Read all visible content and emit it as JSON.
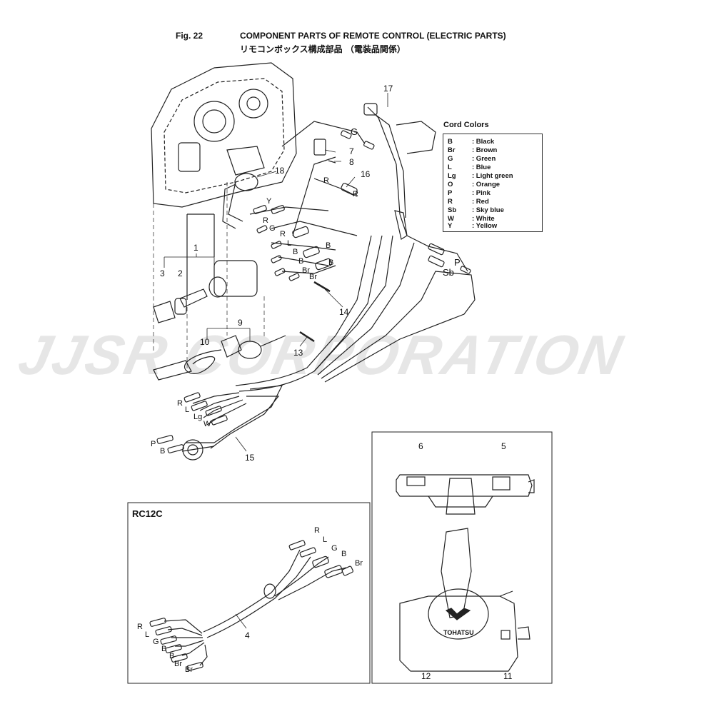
{
  "header": {
    "fig": "Fig. 22",
    "title_en": "COMPONENT PARTS OF REMOTE CONTROL (ELECTRIC PARTS)",
    "title_jp": "リモコンボックス構成部品 （電装品関係）"
  },
  "watermark": "JJSR CORPORATION",
  "legend": {
    "title": "Cord Colors",
    "items": [
      {
        "code": "B",
        "name": ": Black"
      },
      {
        "code": "Br",
        "name": ": Brown"
      },
      {
        "code": "G",
        "name": ": Green"
      },
      {
        "code": "L",
        "name": ": Blue"
      },
      {
        "code": "Lg",
        "name": ": Light green"
      },
      {
        "code": "O",
        "name": ": Orange"
      },
      {
        "code": "P",
        "name": ": Pink"
      },
      {
        "code": "R",
        "name": ": Red"
      },
      {
        "code": "Sb",
        "name": ": Sky blue"
      },
      {
        "code": "W",
        "name": ": White"
      },
      {
        "code": "Y",
        "name": ": Yellow"
      }
    ]
  },
  "callouts": [
    "1",
    "2",
    "3",
    "4",
    "5",
    "6",
    "7",
    "8",
    "9",
    "10",
    "11",
    "12",
    "13",
    "14",
    "15",
    "16",
    "17",
    "18"
  ],
  "wire_labels": {
    "g_top": "G",
    "r1": "R",
    "r2": "R",
    "y": "Y",
    "r3": "R",
    "g2": "G",
    "r4": "R",
    "l1": "L",
    "b1": "B",
    "b2": "B",
    "br1": "Br",
    "br2": "Br",
    "b3": "B",
    "b4": "B",
    "p1": "P",
    "sb": "Sb",
    "h_r": "R",
    "h_l": "L",
    "h_lg": "Lg",
    "h_w": "W",
    "h_p": "P",
    "h_b": "B"
  },
  "rc12c": {
    "title": "RC12C",
    "labels": {
      "r_top": "R",
      "l_top": "L",
      "g_top": "G",
      "b_top": "B",
      "br_top": "Br",
      "r_bot": "R",
      "l_bot": "L",
      "g_bot": "G",
      "b_bot1": "B",
      "b_bot2": "B",
      "br_bot1": "Br",
      "br_bot2": "Br"
    }
  },
  "brand": "TOHATSU"
}
